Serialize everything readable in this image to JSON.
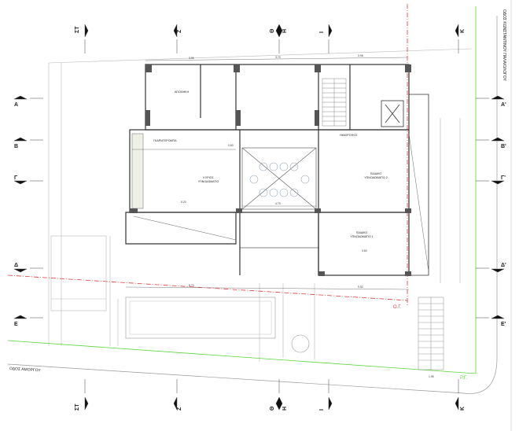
{
  "section_markers_vertical": [
    "ΣΤ",
    "Ζ",
    "Θ",
    "Η",
    "Ι",
    "Κ"
  ],
  "section_markers_horizontal": [
    "Α",
    "Β",
    "Γ",
    "Δ",
    "Ε"
  ],
  "section_markers_horizontal_right": [
    "Α'",
    "Β'",
    "Γ'",
    "Δ'",
    "Ε'"
  ],
  "streets": {
    "bottom": "ΟΔΟΣ ΑΜΟΡΓΟΥ",
    "right": "ΟΔΟΣ ΚΩΝΣΤΑΝΤΙΝΟΥ ΠΑΛΑΙΟΛΟΓΟΥ"
  },
  "lines": {
    "building_line_label": "Ο.Γ.",
    "building_line_color": "#e23b3b",
    "street_line_label": "Ρ.Γ.",
    "street_line_color": "#5ad43a"
  },
  "rooms": {
    "storage": "ΑΠΟΘΗΚΗ",
    "wardrobe": "ΓΚΑΡΝΤΕΡΟΜΠΑ",
    "master_bedroom": [
      "ΚΥΡΙΟΣ",
      "ΥΠΝΟΔΩΜΑΤΙΟ"
    ],
    "kids_bedroom_2": [
      "ΠΑΙΔΙΚΟ",
      "ΥΠΝΟΔΩΜΑΤΙΟ 2"
    ],
    "kids_bedroom_1": [
      "ΠΑΙΔΙΚΟ",
      "ΥΠΝΟΔΩΜΑΤΙΟ 1"
    ],
    "hall": "ΗΜΙΟΡΟΦΟΣ"
  },
  "dimensions": {
    "top": [
      "3.95",
      "3.70",
      "3.95"
    ],
    "void_width": "4.70",
    "bedroom_width": "5.20",
    "lower_run": "9.92",
    "lower_run_2": "8.70",
    "stair_width": "1.95",
    "corridor": "0.60",
    "kids_width": "3.60"
  }
}
